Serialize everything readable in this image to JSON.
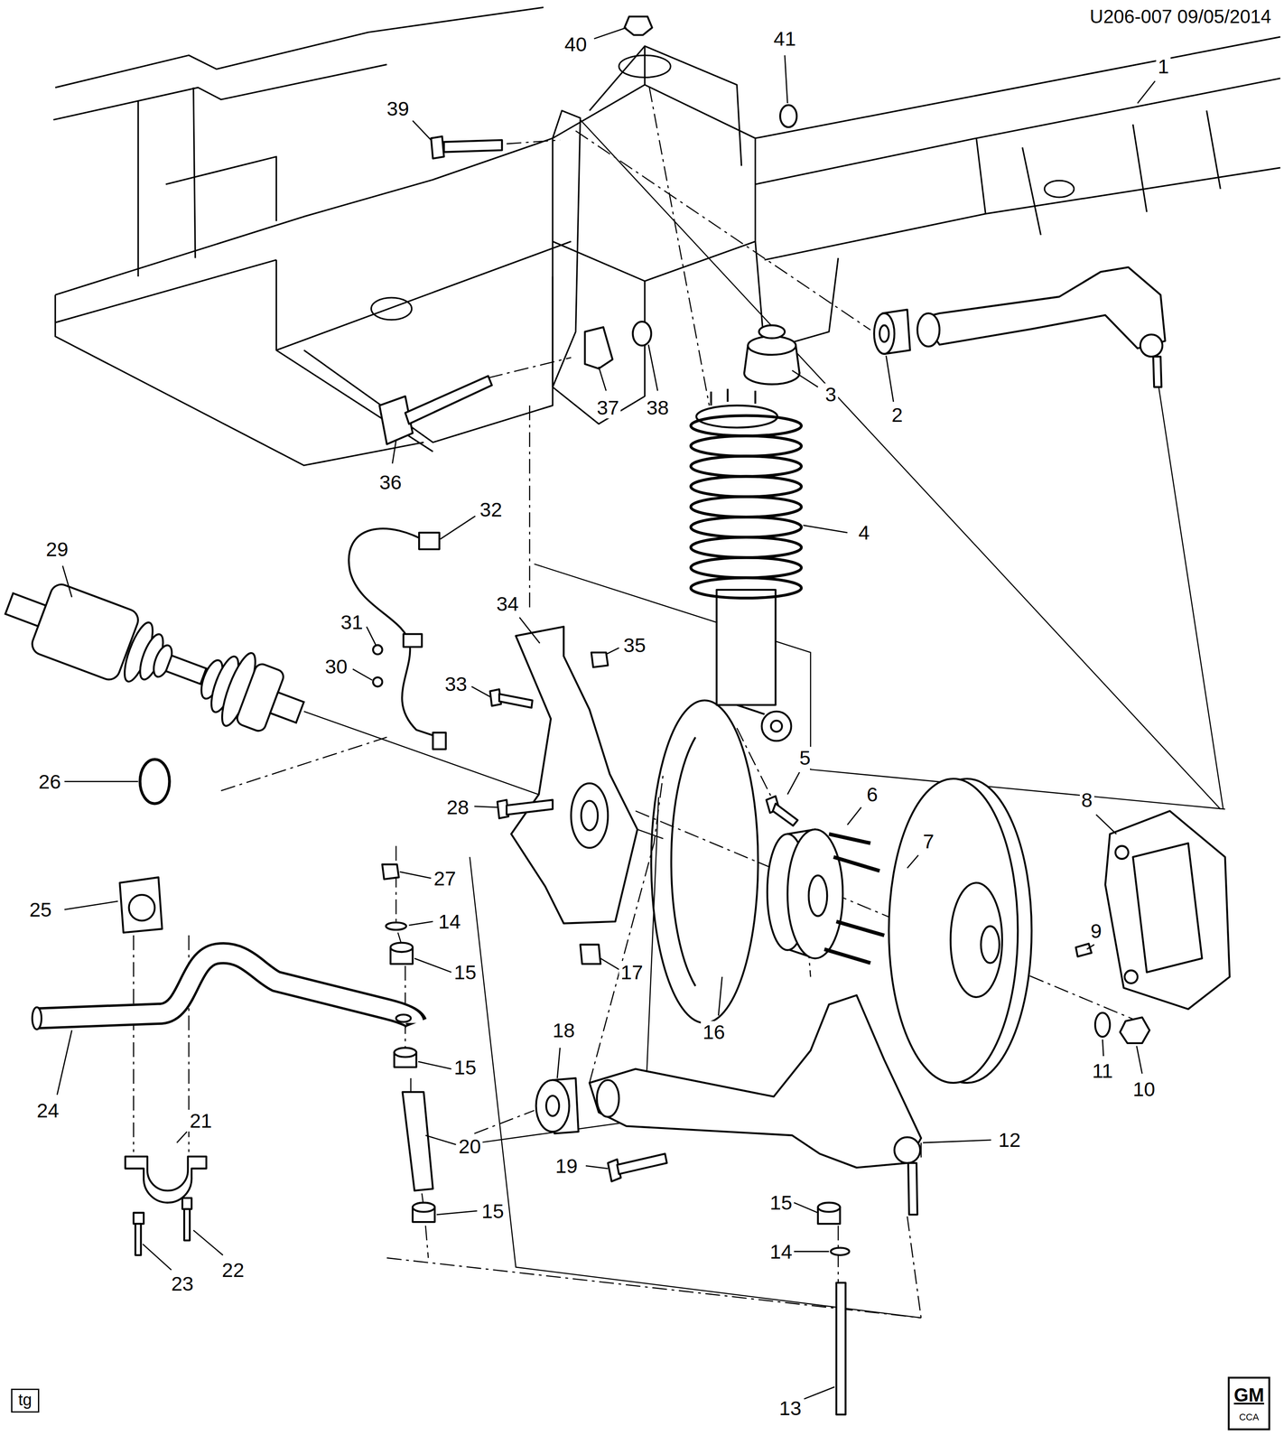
{
  "diagram": {
    "labels": [
      "U206-007 09/05/2014",
      "1",
      "2",
      "3",
      "4",
      "5",
      "6",
      "7",
      "8",
      "9",
      "10",
      "11",
      "12",
      "13",
      "14",
      "14",
      "15",
      "15",
      "15",
      "15",
      "16",
      "17",
      "18",
      "19",
      "20",
      "21",
      "22",
      "23",
      "24",
      "25",
      "26",
      "27",
      "28",
      "29",
      "30",
      "31",
      "32",
      "33",
      "34",
      "35",
      "36",
      "37",
      "38",
      "39",
      "40",
      "41",
      "tg",
      "GM",
      "CCA"
    ]
  }
}
